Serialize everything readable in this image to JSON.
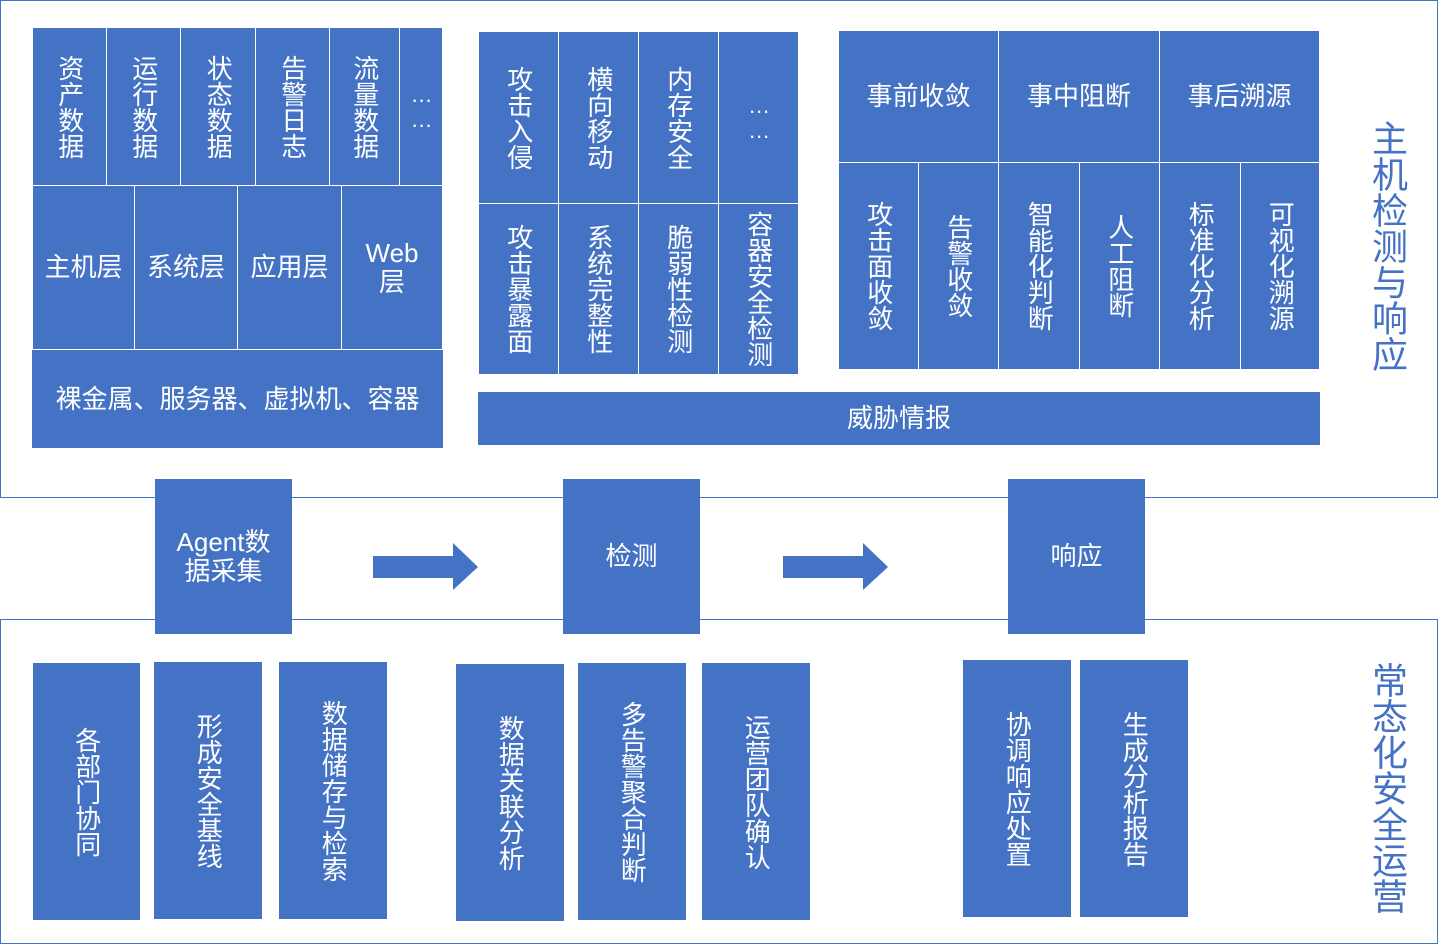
{
  "top_section": {
    "title": "主机检测与响应",
    "data_sources": [
      "资产数据",
      "运行数据",
      "状态数据",
      "告警日志",
      "流量数据",
      "……"
    ],
    "layers": [
      "主机层",
      "系统层",
      "应用层",
      "Web层"
    ],
    "infrastructure": "裸金属、服务器、虚拟机、容器",
    "detection_row1": [
      "攻击入侵",
      "横向移动",
      "内存安全",
      "……"
    ],
    "detection_row2": [
      "攻击暴露面",
      "系统完整性",
      "脆弱性检测",
      "容器安全检测"
    ],
    "threat_intel": "威胁情报",
    "response_headers": [
      "事前收敛",
      "事中阻断",
      "事后溯源"
    ],
    "response_items": [
      "攻击面收敛",
      "告警收敛",
      "智能化判断",
      "人工阻断",
      "标准化分析",
      "可视化溯源"
    ]
  },
  "flow": {
    "step1": "Agent数据采集",
    "step2": "检测",
    "step3": "响应"
  },
  "bottom_section": {
    "title": "常态化安全运营",
    "group1": [
      "各部门协同",
      "形成安全基线",
      "数据储存与检索"
    ],
    "group2": [
      "数据关联分析",
      "多告警聚合判断",
      "运营团队确认"
    ],
    "group3": [
      "协调响应处置",
      "生成分析报告"
    ]
  },
  "colors": {
    "primary": "#4472c4",
    "border": "#ffffff"
  }
}
